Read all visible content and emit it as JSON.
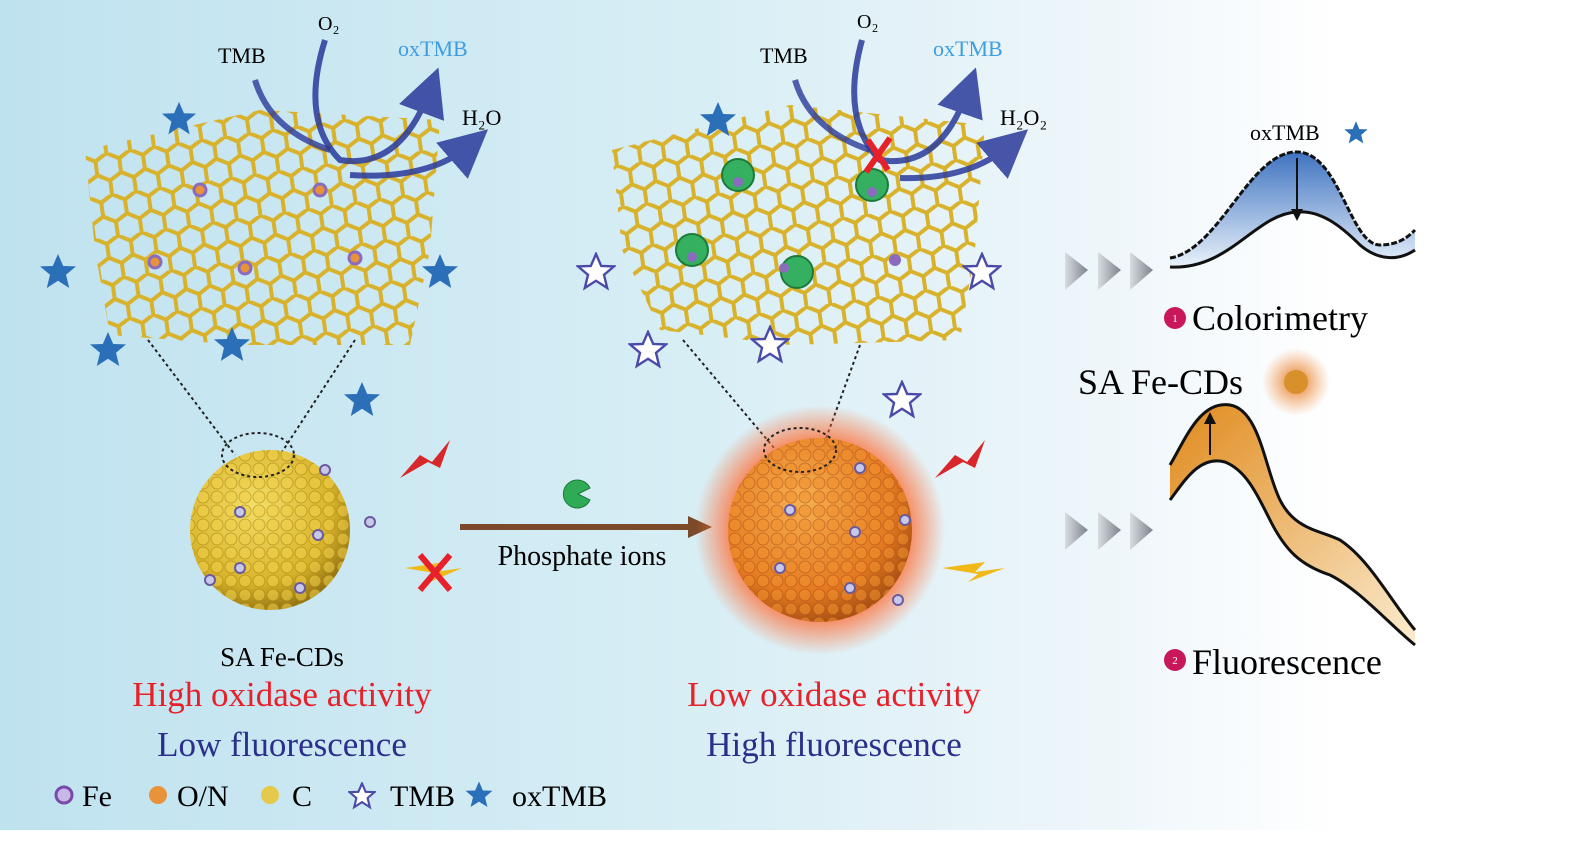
{
  "left_panel": {
    "tmb": "TMB",
    "o2": "O₂",
    "oxtmb": "oxTMB",
    "h2o": "H₂O",
    "particle_label": "SA Fe-CDs",
    "activity": "High oxidase activity",
    "fluorescence": "Low fluorescence"
  },
  "middle_panel": {
    "tmb": "TMB",
    "o2": "O₂",
    "oxtmb": "oxTMB",
    "h2o2": "H₂O₂",
    "activity": "Low oxidase activity",
    "fluorescence": "High fluorescence"
  },
  "transition": {
    "label": "Phosphate ions"
  },
  "right_panel": {
    "oxtmb": "oxTMB",
    "colorimetry_badge": "1",
    "colorimetry": "Colorimetry",
    "particle_label": "SA Fe-CDs",
    "fluorescence_badge": "2",
    "fluorescence": "Fluorescence"
  },
  "legend": {
    "fe": "Fe",
    "on": "O/N",
    "c": "C",
    "tmb": "TMB",
    "oxtmb": "oxTMB"
  },
  "colors": {
    "red_text": "#e8202a",
    "navy_text": "#2b2f8c",
    "oxtmb_blue": "#3d9ee0",
    "arrow_navy": "#2a3a9a",
    "carbon": "#e3c23a",
    "fe": "#8a6bbf",
    "on": "#e8923a"
  }
}
